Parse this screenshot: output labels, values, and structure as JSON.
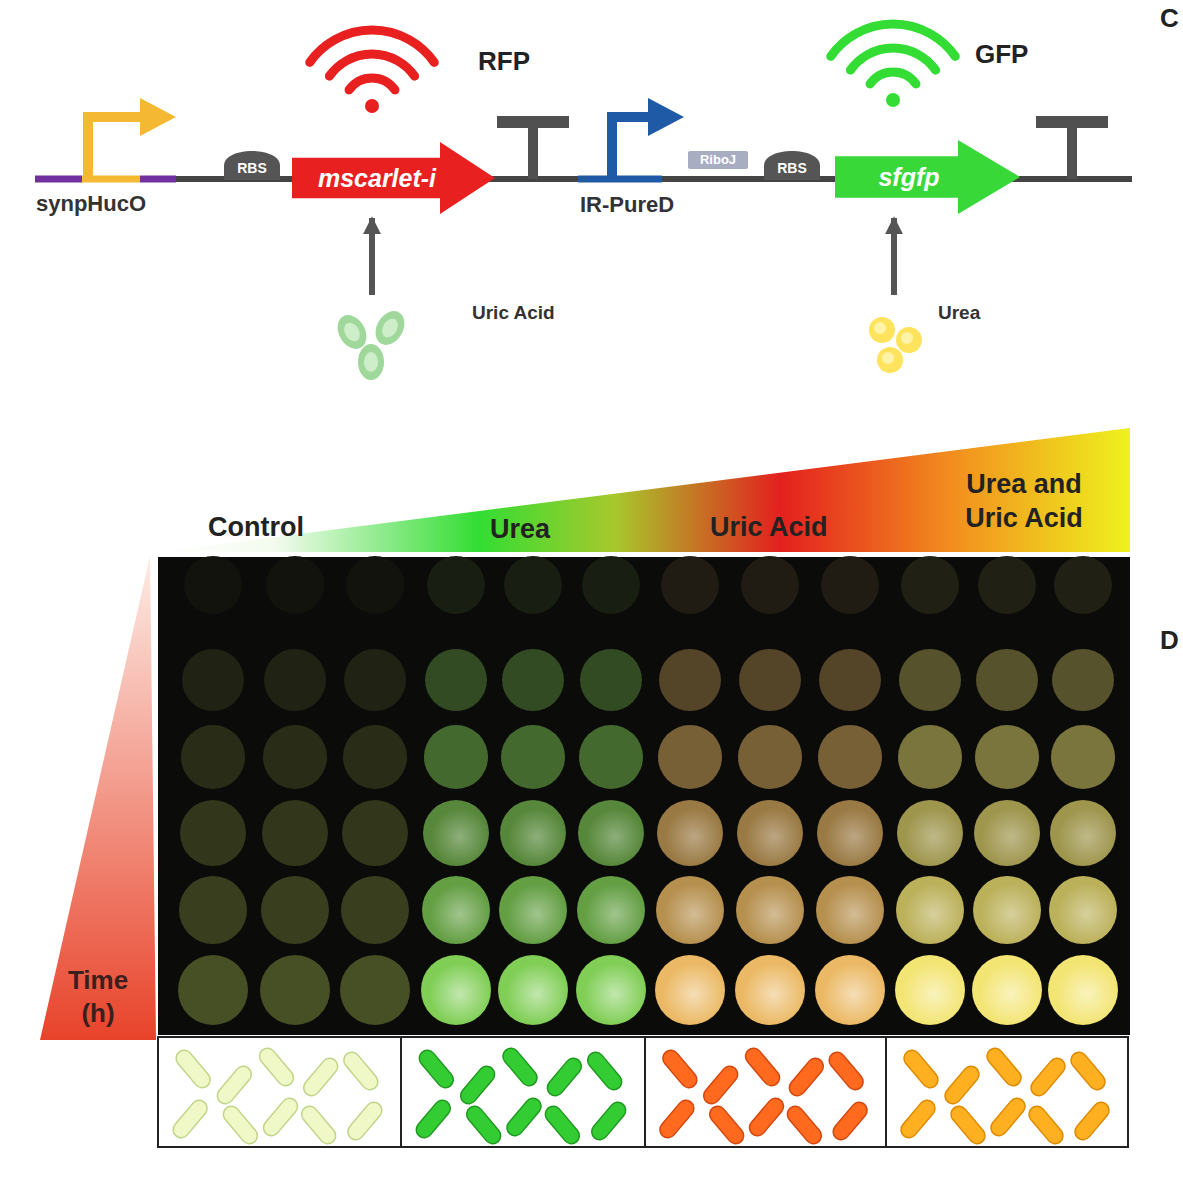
{
  "diagram": {
    "nodes": [
      {
        "text": [
          "RBS"
        ]
      },
      {
        "text": [
          "mscarlet-i"
        ]
      },
      {
        "text": [
          "RiboJ"
        ]
      },
      {
        "text": [
          "RBS"
        ]
      },
      {
        "text": [
          "sfgfp"
        ]
      },
      {
        "text": [
          "Uric Acid"
        ]
      },
      {
        "text": [
          "Urea"
        ]
      }
    ],
    "edges": [
      {
        "from": 5,
        "to": 1,
        "arrow": "to"
      },
      {
        "from": 6,
        "to": 4,
        "arrow": "to"
      }
    ],
    "labels": [
      "C",
      "RFP",
      "GFP",
      "synpHucO",
      "IR-PureD",
      "Control",
      "Urea",
      "Uric Acid",
      "Urea and Uric Acid",
      "D",
      "Time (h)"
    ]
  }
}
